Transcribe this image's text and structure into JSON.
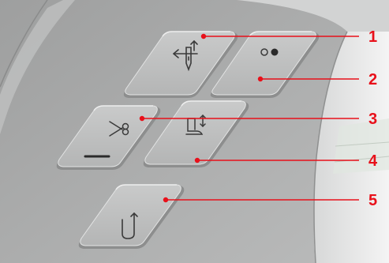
{
  "callouts": [
    {
      "number": "1",
      "button": "needle-up-down",
      "icon": "needle-up-down-icon"
    },
    {
      "number": "2",
      "button": "stitch-speed",
      "icon": "speed-dots-icon"
    },
    {
      "number": "3",
      "button": "thread-cutter",
      "icon": "scissors-icon"
    },
    {
      "number": "4",
      "button": "presser-foot-lift",
      "icon": "presser-foot-icon"
    },
    {
      "number": "5",
      "button": "reverse-stitch",
      "icon": "reverse-arrow-icon"
    }
  ],
  "colors": {
    "callout": "#e8101a",
    "panel": "#a9aaaa",
    "button_face": "#bdbebe",
    "icon": "#3a3a3a",
    "indicator_dark": "#2b2b2b"
  }
}
